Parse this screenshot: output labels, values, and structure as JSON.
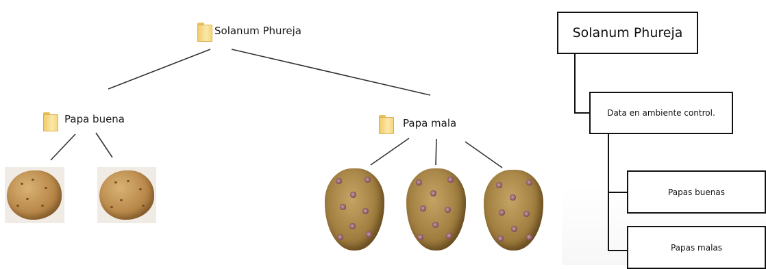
{
  "left_tree": {
    "root": {
      "label": "Solanum Phureja",
      "icon": "folder-icon"
    },
    "children": [
      {
        "label": "Papa buena",
        "icon": "folder-icon",
        "images": [
          "potato-good",
          "potato-good"
        ]
      },
      {
        "label": "Papa mala",
        "icon": "folder-icon",
        "images": [
          "potato-bad",
          "potato-bad",
          "potato-bad"
        ]
      }
    ]
  },
  "right_hierarchy": {
    "root": "Solanum Phureja",
    "mid": "Data en ambiente control.",
    "leaves": [
      "Papas buenas",
      "Papas malas"
    ]
  },
  "colors": {
    "line": "#333333",
    "box_border": "#111111",
    "folder": "#f3d27a",
    "good_potato": "#b8884a",
    "bad_potato": "#9c7a3c",
    "bad_spot": "#8b5a64"
  }
}
